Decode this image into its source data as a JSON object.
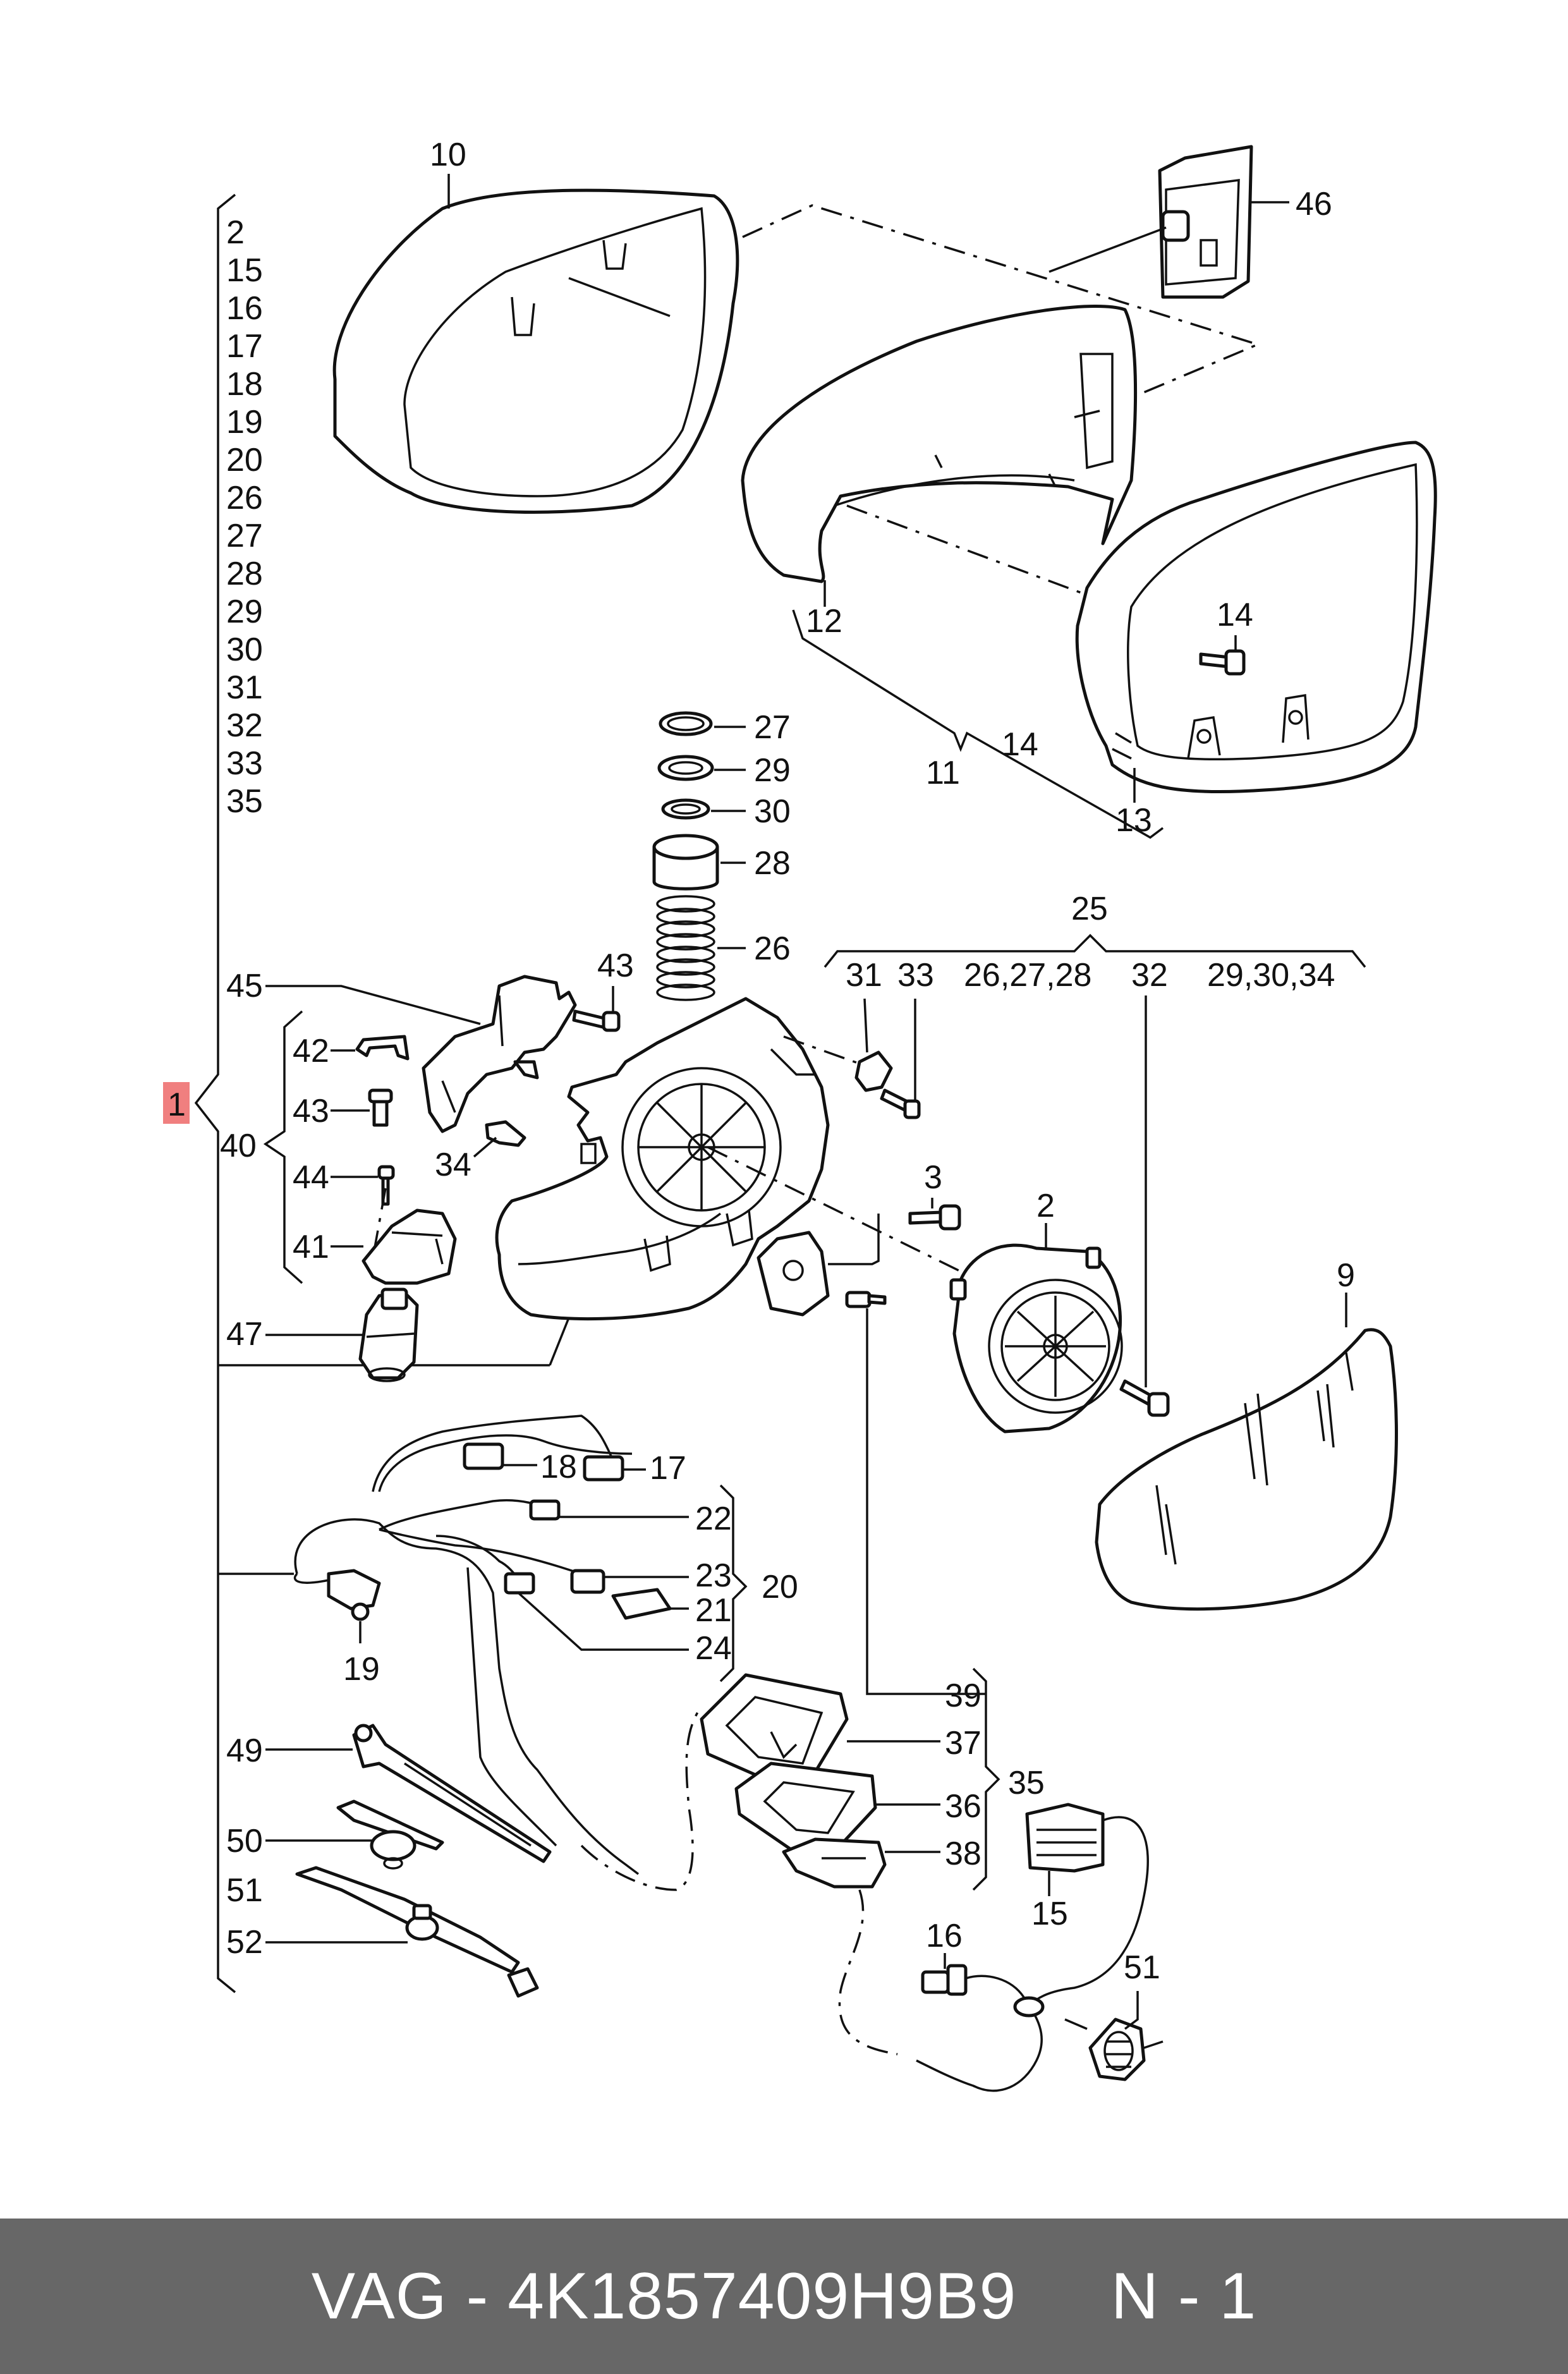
{
  "footer": {
    "text": "VAG - 4K1857409H9B9     N - 1"
  },
  "main_marker": "1",
  "main_list": [
    "2",
    "15",
    "16",
    "17",
    "18",
    "19",
    "20",
    "26",
    "27",
    "28",
    "29",
    "30",
    "31",
    "32",
    "33",
    "35"
  ],
  "labels": {
    "l10": "10",
    "l46": "46",
    "l12": "12",
    "l14a": "14",
    "l14b": "14",
    "l11": "11",
    "l13": "13",
    "l27": "27",
    "l29": "29",
    "l30": "30",
    "l28": "28",
    "l26": "26",
    "l25": "25",
    "l31": "31",
    "l33": "33",
    "l262728": "26,27,28",
    "l32": "32",
    "l293034": "29,30,34",
    "l45": "45",
    "l43a": "43",
    "l42": "42",
    "l43b": "43",
    "l40": "40",
    "l44": "44",
    "l34": "34",
    "l41": "41",
    "l47": "47",
    "l3": "3",
    "l2": "2",
    "l9": "9",
    "l18": "18",
    "l17": "17",
    "l22": "22",
    "l23": "23",
    "l21": "21",
    "l20": "20",
    "l24": "24",
    "l19": "19",
    "l39": "39",
    "l37": "37",
    "l35": "35",
    "l36": "36",
    "l38": "38",
    "l49": "49",
    "l50": "50",
    "l51a": "51",
    "l52": "52",
    "l16": "16",
    "l15": "15",
    "l51b": "51"
  },
  "colors": {
    "line": "#111111",
    "footer_bg": "#676767",
    "footer_text": "#ffffff",
    "marker_bg": "#f07f7f"
  }
}
